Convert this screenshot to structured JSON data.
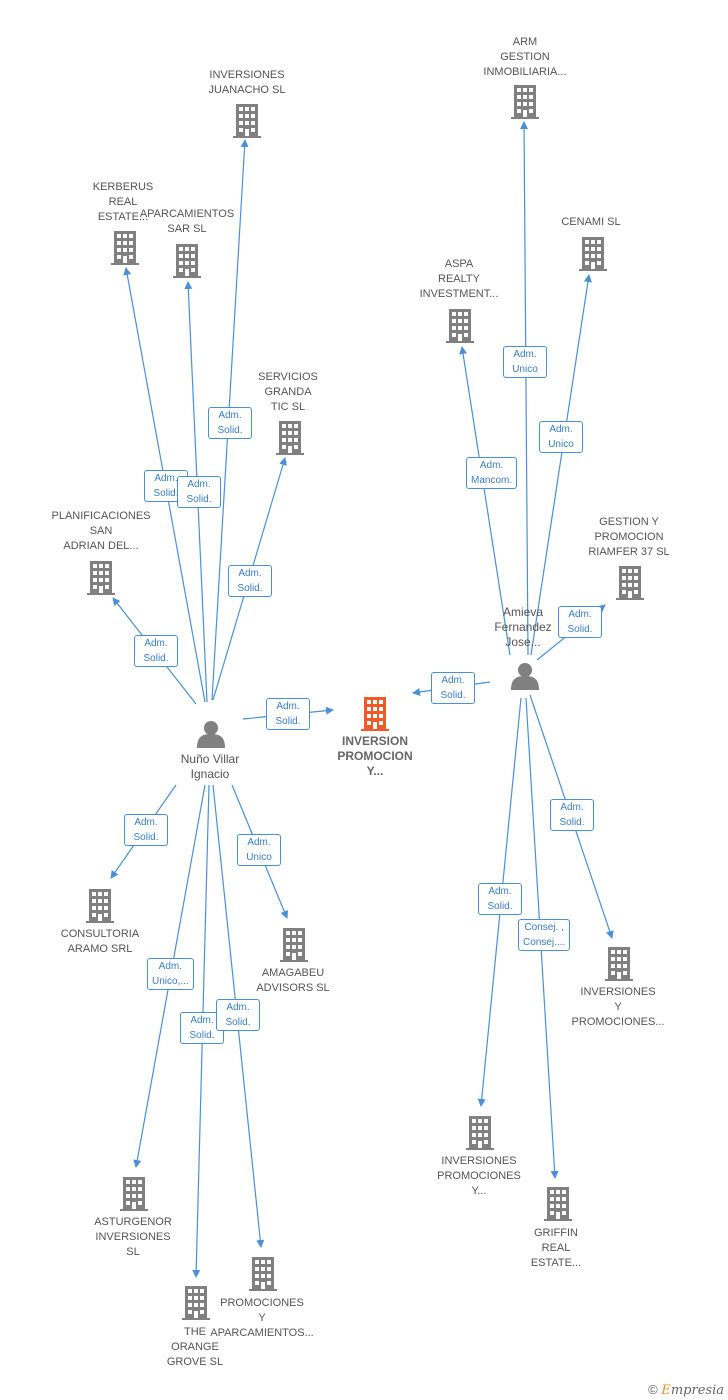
{
  "colors": {
    "edge": "#4a90d9",
    "building": "#808080",
    "focus": "#f05a28",
    "person": "#808080"
  },
  "focus": {
    "name": "INVERSION\nPROMOCION\nY..."
  },
  "persons": [
    {
      "id": "p1",
      "name": "Nuño Villar\nIgnacio"
    },
    {
      "id": "p2",
      "name": "Amieva\nFernandez\nJose..."
    }
  ],
  "companies": [
    {
      "id": "c1",
      "name": "INVERSIONES\nJUANACHO  SL"
    },
    {
      "id": "c2",
      "name": "KERBERUS\nREAL\nESTATE..."
    },
    {
      "id": "c3",
      "name": "APARCAMIENTOS\nSAR  SL"
    },
    {
      "id": "c4",
      "name": "SERVICIOS\nGRANDA\nTIC  SL"
    },
    {
      "id": "c5",
      "name": "PLANIFICACIONES\nSAN\nADRIAN DEL..."
    },
    {
      "id": "c6",
      "name": "CONSULTORIA\nARAMO SRL"
    },
    {
      "id": "c7",
      "name": "AMAGABEU\nADVISORS  SL"
    },
    {
      "id": "c8",
      "name": "ASTURGENOR\nINVERSIONES\nSL"
    },
    {
      "id": "c9",
      "name": "THE\nORANGE\nGROVE  SL"
    },
    {
      "id": "c10",
      "name": "PROMOCIONES\nY\nAPARCAMIENTOS..."
    },
    {
      "id": "c11",
      "name": "ARM\nGESTION\nINMOBILIARIA..."
    },
    {
      "id": "c12",
      "name": "CENAMI  SL"
    },
    {
      "id": "c13",
      "name": "ASPA\nREALTY\nINVESTMENT..."
    },
    {
      "id": "c14",
      "name": "GESTION Y\nPROMOCION\nRIAMFER 37 SL"
    },
    {
      "id": "c15",
      "name": "INVERSIONES\nY\nPROMOCIONES..."
    },
    {
      "id": "c16",
      "name": "INVERSIONES\nPROMOCIONES\nY..."
    },
    {
      "id": "c17",
      "name": "GRIFFIN\nREAL\nESTATE..."
    }
  ],
  "edges": [
    {
      "id": "e1",
      "label": "Adm.\nSolid."
    },
    {
      "id": "e2",
      "label": "Adm.\nSolid."
    },
    {
      "id": "e3",
      "label": "Adm.\nSolid."
    },
    {
      "id": "e4",
      "label": "Adm.\nSolid."
    },
    {
      "id": "e5",
      "label": "Adm.\nSolid."
    },
    {
      "id": "e6",
      "label": "Adm.\nSolid."
    },
    {
      "id": "e7",
      "label": "Adm.\nSolid."
    },
    {
      "id": "e8",
      "label": "Adm.\nUnico"
    },
    {
      "id": "e9",
      "label": "Adm.\nUnico,..."
    },
    {
      "id": "e10",
      "label": "Adm.\nSolid."
    },
    {
      "id": "e11",
      "label": "Adm.\nSolid."
    },
    {
      "id": "e12",
      "label": "Adm.\nUnico"
    },
    {
      "id": "e13",
      "label": "Adm.\nUnico"
    },
    {
      "id": "e14",
      "label": "Adm.\nMancom."
    },
    {
      "id": "e15",
      "label": "Adm.\nSolid."
    },
    {
      "id": "e16",
      "label": "Adm.\nSolid."
    },
    {
      "id": "e17",
      "label": "Adm.\nSolid."
    },
    {
      "id": "e18",
      "label": "Adm.\nSolid."
    },
    {
      "id": "e19",
      "label": "Consej. ,\nConsej...."
    }
  ],
  "brand": {
    "copyright": "©",
    "name_first": "E",
    "name_rest": "mpresia"
  }
}
